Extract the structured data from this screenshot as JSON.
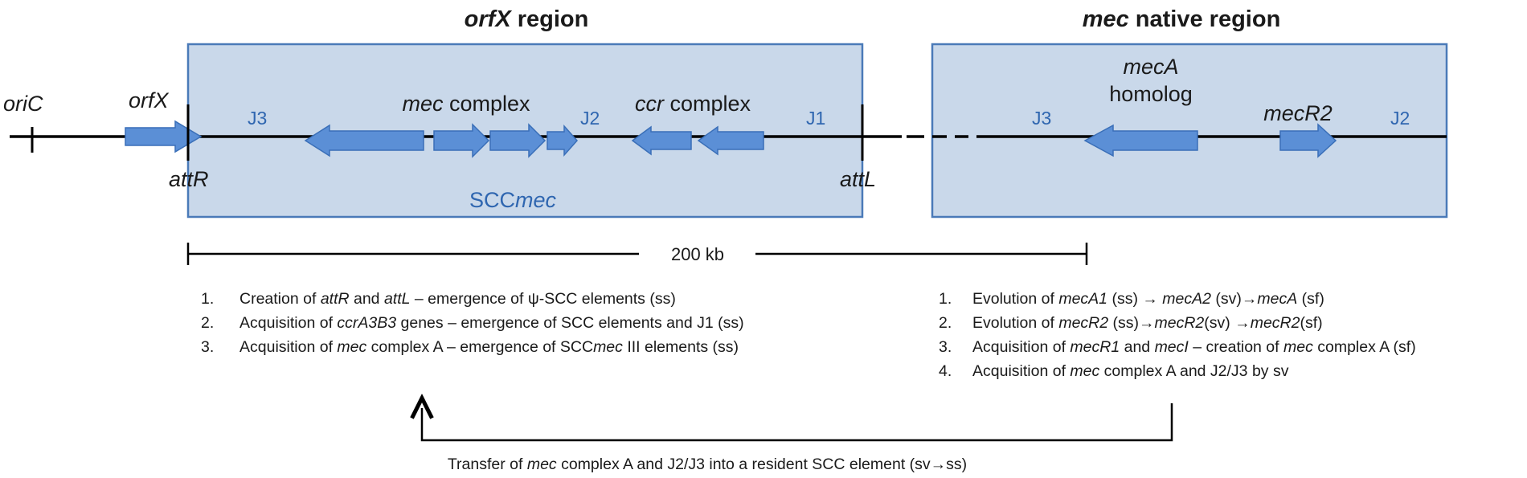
{
  "titles": {
    "orfx_region_em": "orfX",
    "orfx_region_rest": " region",
    "mec_native_em": "mec",
    "mec_native_rest": " native region"
  },
  "chromosome": {
    "oriC": "oriC",
    "orfX": "orfX",
    "attR": "attR",
    "attL": "attL"
  },
  "orfx_box": {
    "J3": "J3",
    "J2": "J2",
    "J1": "J1",
    "mec_complex_em": "mec",
    "mec_complex_rest": " complex",
    "ccr_complex_em": "ccr",
    "ccr_complex_rest": " complex",
    "scc_prefix": "SCC",
    "scc_em": "mec"
  },
  "native_box": {
    "J3": "J3",
    "J2": "J2",
    "mecA_em": "mecA",
    "homolog": "homolog",
    "mecR2": "mecR2"
  },
  "scale_bar": {
    "label": "200 kb"
  },
  "left_steps": [
    {
      "num": "1.",
      "parts": [
        {
          "t": "Creation of "
        },
        {
          "t": "attR",
          "i": true
        },
        {
          "t": " and "
        },
        {
          "t": "attL",
          "i": true
        },
        {
          "t": " – emergence of ψ-SCC elements (ss)"
        }
      ]
    },
    {
      "num": "2.",
      "parts": [
        {
          "t": "Acquisition of "
        },
        {
          "t": "ccrA3B3",
          "i": true
        },
        {
          "t": " genes – emergence of SCC elements and J1 (ss)"
        }
      ]
    },
    {
      "num": "3.",
      "parts": [
        {
          "t": "Acquisition of "
        },
        {
          "t": "mec",
          "i": true
        },
        {
          "t": " complex A – emergence of SCC"
        },
        {
          "t": "mec",
          "i": true
        },
        {
          "t": " III elements (ss)"
        }
      ]
    }
  ],
  "right_steps": [
    {
      "num": "1.",
      "parts": [
        {
          "t": "Evolution of "
        },
        {
          "t": "mecA1",
          "i": true
        },
        {
          "t": " (ss) → "
        },
        {
          "t": "mecA2",
          "i": true
        },
        {
          "t": " (sv)→"
        },
        {
          "t": "mecA",
          "i": true
        },
        {
          "t": " (sf)"
        }
      ]
    },
    {
      "num": "2.",
      "parts": [
        {
          "t": "Evolution of "
        },
        {
          "t": "mecR2",
          "i": true
        },
        {
          "t": " (ss)→"
        },
        {
          "t": "mecR2",
          "i": true
        },
        {
          "t": "(sv) →"
        },
        {
          "t": "mecR2",
          "i": true
        },
        {
          "t": "(sf)"
        }
      ]
    },
    {
      "num": "3.",
      "parts": [
        {
          "t": "Acquisition of "
        },
        {
          "t": "mecR1",
          "i": true
        },
        {
          "t": " and "
        },
        {
          "t": "mecI",
          "i": true
        },
        {
          "t": " – creation of "
        },
        {
          "t": "mec",
          "i": true
        },
        {
          "t": " complex A (sf)"
        }
      ]
    },
    {
      "num": "4.",
      "parts": [
        {
          "t": "Acquisition of "
        },
        {
          "t": "mec",
          "i": true
        },
        {
          "t": " complex A and J2/J3 by "
        },
        {
          "t": "sv"
        }
      ]
    }
  ],
  "transfer": {
    "parts": [
      {
        "t": "Transfer of "
      },
      {
        "t": "mec",
        "i": true
      },
      {
        "t": " complex A and J2/J3 into a resident SCC element (sv→ss)"
      }
    ]
  },
  "colors": {
    "box_fill": "#c9d8ea",
    "box_stroke": "#4a7ab8",
    "arrow_fill": "#5b8fd6",
    "arrow_stroke": "#3a6fb8",
    "blue_text": "#2f66b0",
    "line": "#000000"
  }
}
